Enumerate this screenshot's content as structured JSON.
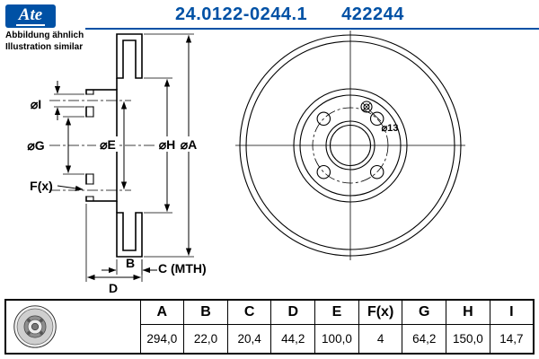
{
  "brand_blue": "#0051a5",
  "header": {
    "logo_text": "Ate",
    "part_number": "24.0122-0244.1",
    "ref_number": "422244",
    "note_line1": "Abbildung ähnlich",
    "note_line2": "Illustration similar"
  },
  "drawing": {
    "labels": {
      "dia_i": "⌀I",
      "dia_g": "⌀G",
      "dia_e": "⌀E",
      "dia_h": "⌀H",
      "dia_a": "⌀A",
      "f_x": "F(x)",
      "b": "B",
      "c_mth": "C (MTH)",
      "d": "D",
      "dia_13": "⌀13"
    }
  },
  "table": {
    "columns": [
      "A",
      "B",
      "C",
      "D",
      "E",
      "F(x)",
      "G",
      "H",
      "I"
    ],
    "values": [
      "294,0",
      "22,0",
      "20,4",
      "44,2",
      "100,0",
      "4",
      "64,2",
      "150,0",
      "14,7"
    ]
  }
}
